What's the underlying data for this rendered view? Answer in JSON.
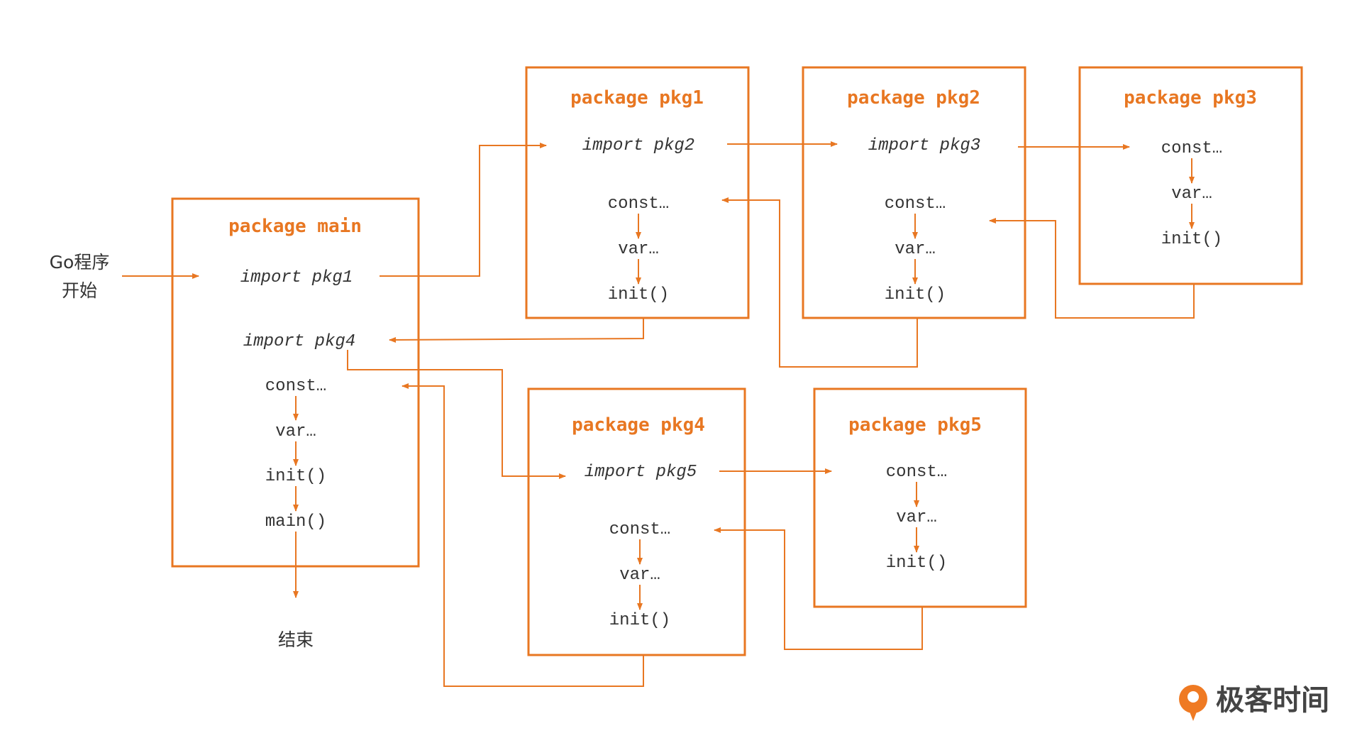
{
  "colors": {
    "accent": "#e87722",
    "text": "#333333",
    "logo_text": "#444444"
  },
  "start_label": {
    "line1": "Go程序",
    "line2": "开始"
  },
  "end_label": "结束",
  "packages": {
    "main": {
      "title": "package main",
      "import1": "import pkg1",
      "import2": "import pkg4",
      "const": "const…",
      "var": "var…",
      "init": "init()",
      "main": "main()"
    },
    "pkg1": {
      "title": "package pkg1",
      "import": "import pkg2",
      "const": "const…",
      "var": "var…",
      "init": "init()"
    },
    "pkg2": {
      "title": "package pkg2",
      "import": "import pkg3",
      "const": "const…",
      "var": "var…",
      "init": "init()"
    },
    "pkg3": {
      "title": "package pkg3",
      "const": "const…",
      "var": "var…",
      "init": "init()"
    },
    "pkg4": {
      "title": "package pkg4",
      "import": "import pkg5",
      "const": "const…",
      "var": "var…",
      "init": "init()"
    },
    "pkg5": {
      "title": "package pkg5",
      "const": "const…",
      "var": "var…",
      "init": "init()"
    }
  },
  "logo": {
    "icon": "geektime-logo-icon",
    "text": "极客时间"
  }
}
